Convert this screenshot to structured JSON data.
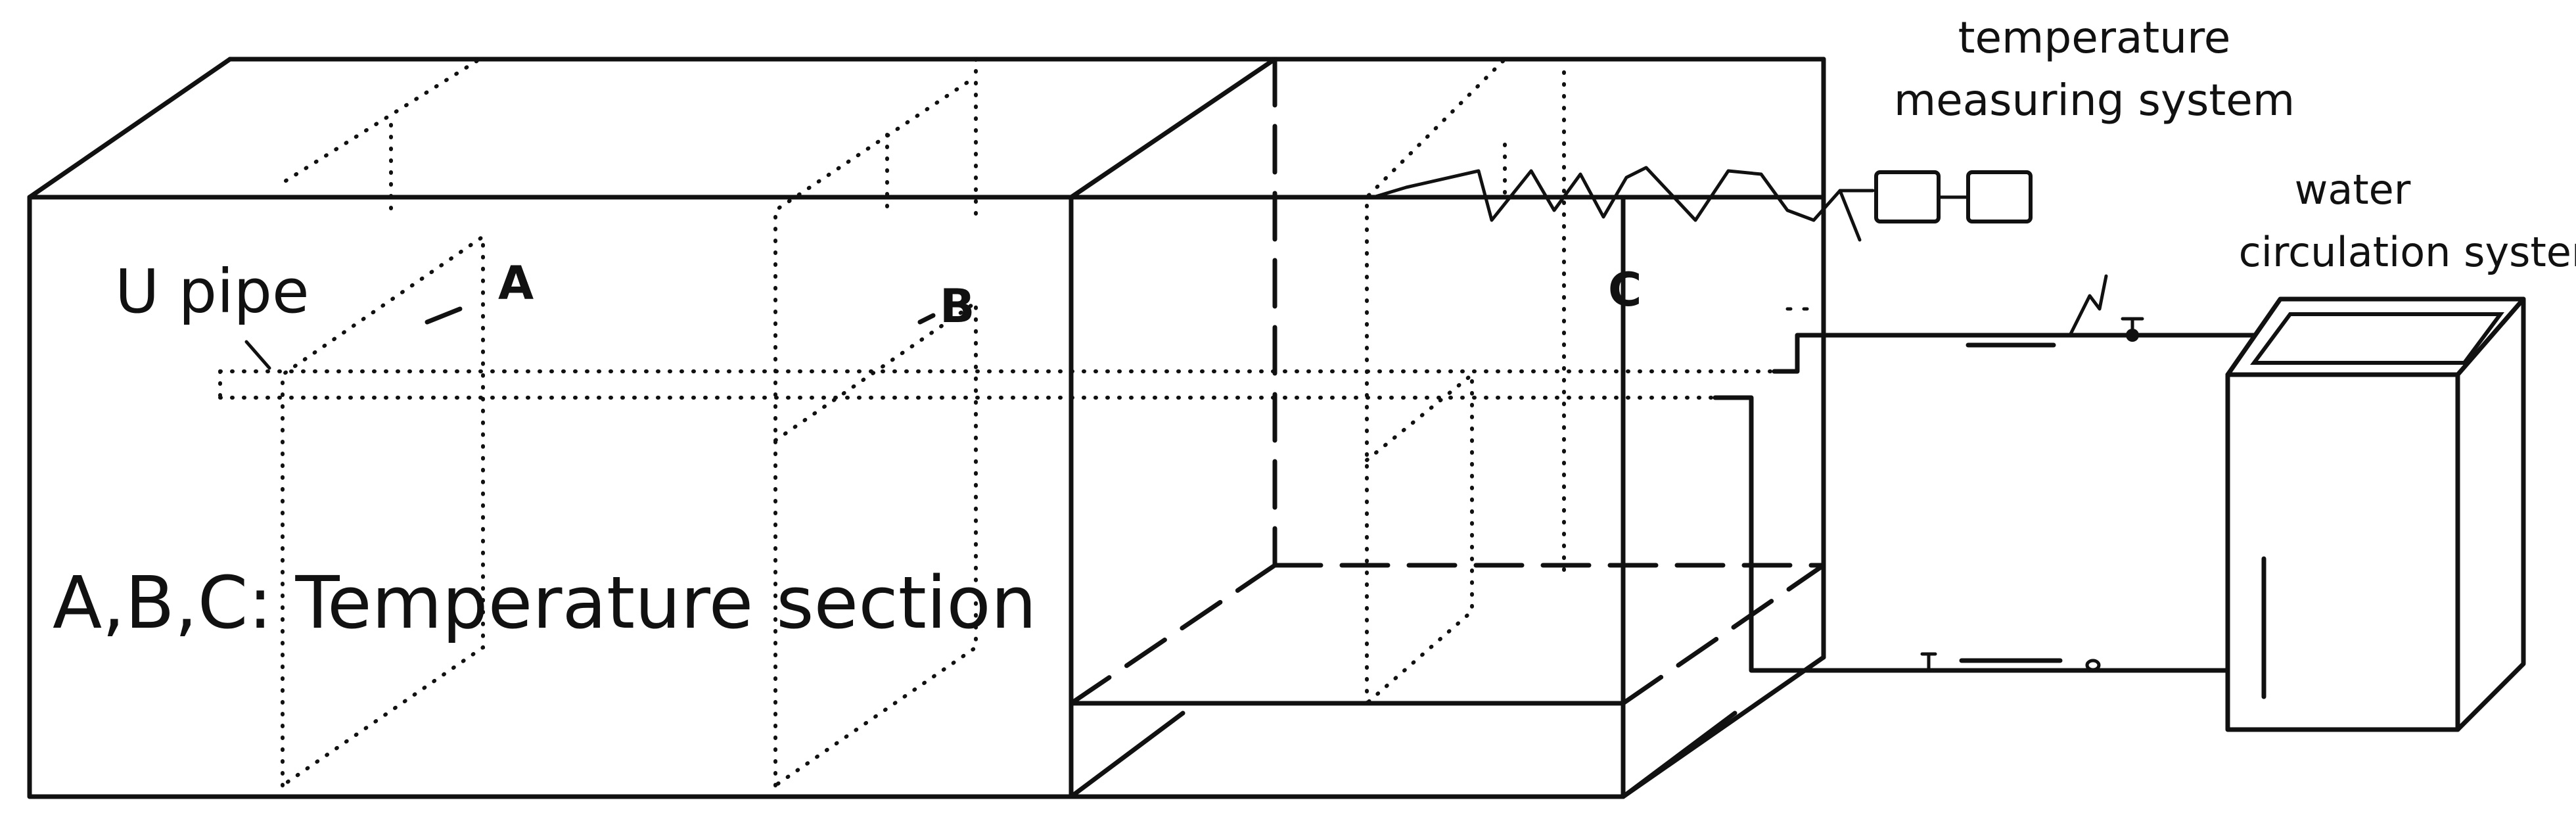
{
  "labels": {
    "u_pipe": "U pipe",
    "section_a": "A",
    "section_b": "B",
    "section_c": "C",
    "legend": "A,B,C: Temperature section",
    "temp_system_line1": "temperature",
    "temp_system_line2": "measuring system",
    "water_system_line1": "water",
    "water_system_line2": "circulation system"
  },
  "colors": {
    "ink": "#111111",
    "background": "#ffffff"
  }
}
